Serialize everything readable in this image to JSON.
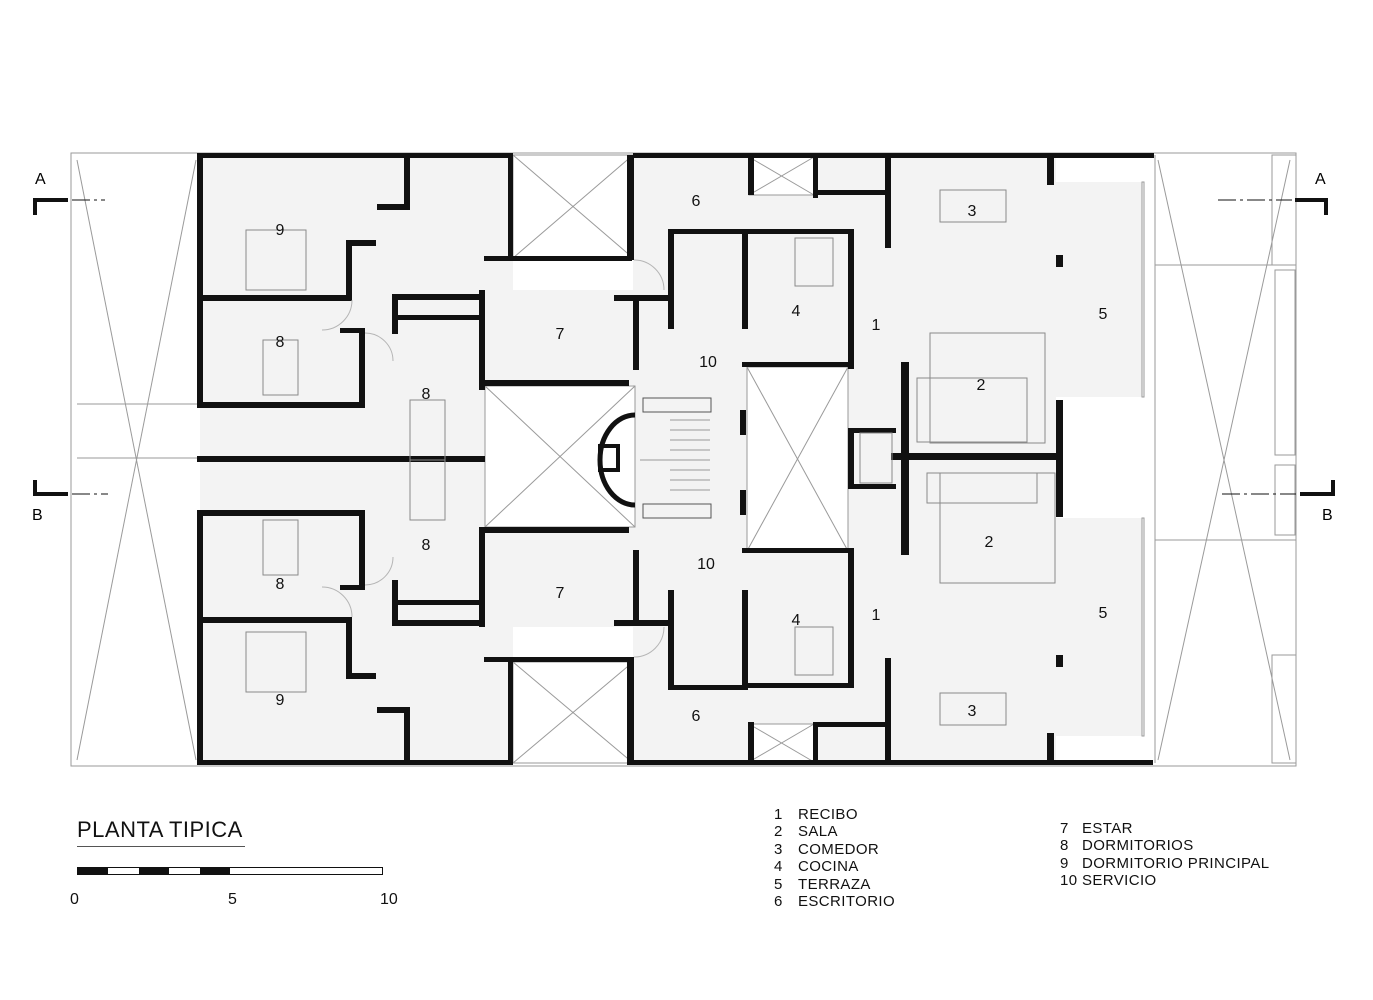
{
  "plan": {
    "title": "PLANTA TIPICA",
    "section_marks": [
      {
        "id": "A-left",
        "label": "A"
      },
      {
        "id": "A-right",
        "label": "A"
      },
      {
        "id": "B-left",
        "label": "B"
      },
      {
        "id": "B-right",
        "label": "B"
      }
    ],
    "room_labels": [
      "9",
      "8",
      "8",
      "8",
      "8",
      "9",
      "7",
      "7",
      "10",
      "10",
      "6",
      "6",
      "4",
      "4",
      "1",
      "1",
      "3",
      "3",
      "2",
      "2",
      "5",
      "5"
    ]
  },
  "scale": {
    "labels": [
      "0",
      "5",
      "10"
    ],
    "segments": 10
  },
  "legend": {
    "column1": [
      {
        "num": "1",
        "text": "RECIBO"
      },
      {
        "num": "2",
        "text": "SALA"
      },
      {
        "num": "3",
        "text": "COMEDOR"
      },
      {
        "num": "4",
        "text": "COCINA"
      },
      {
        "num": "5",
        "text": "TERRAZA"
      },
      {
        "num": "6",
        "text": "ESCRITORIO"
      }
    ],
    "column2": [
      {
        "num": "7",
        "text": "ESTAR"
      },
      {
        "num": "8",
        "text": "DORMITORIOS"
      },
      {
        "num": "9",
        "text": "DORMITORIO PRINCIPAL"
      },
      {
        "num": "10",
        "text": "SERVICIO"
      }
    ]
  },
  "colors": {
    "wall": "#111111",
    "room_fill": "#f3f3f3",
    "thin_line": "#9a9a9a"
  }
}
